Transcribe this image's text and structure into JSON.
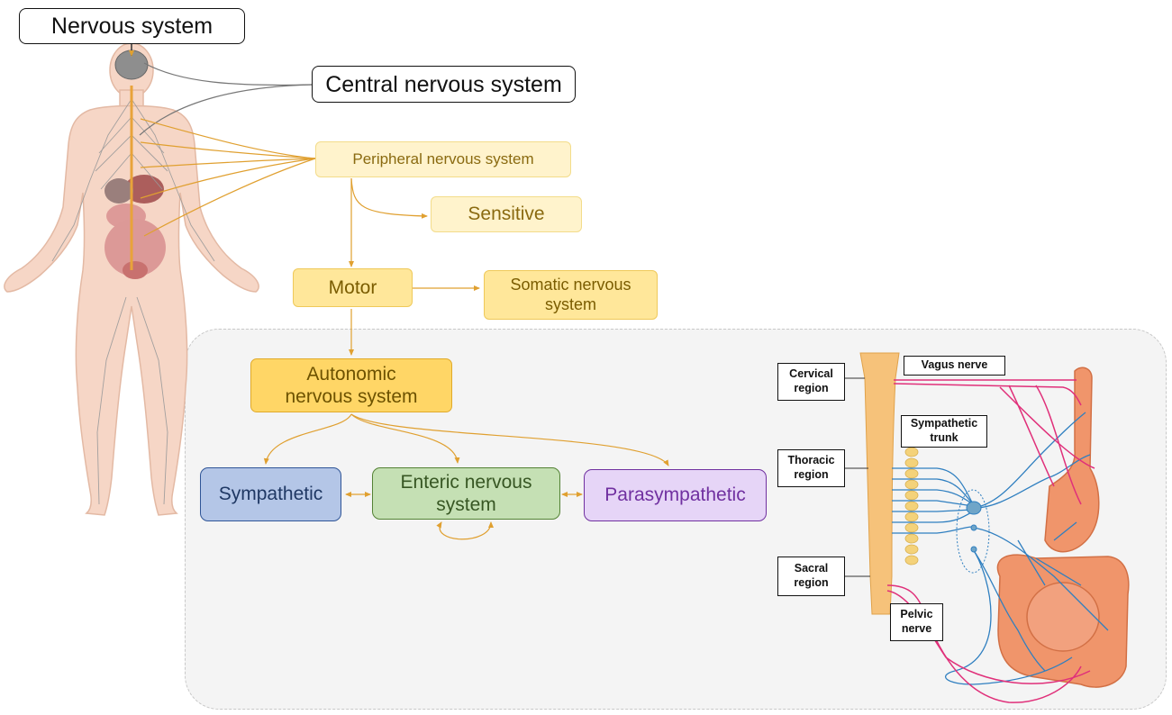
{
  "title": "Nervous system",
  "nodes": {
    "cns": "Central nervous system",
    "pns": "Peripheral nervous system",
    "sensitive": "Sensitive",
    "motor": "Motor",
    "somatic": "Somatic nervous system",
    "autonomic": "Autonomic nervous system",
    "sympathetic": "Sympathetic",
    "enteric": "Enteric nervous system",
    "parasympathetic": "Parasympathetic"
  },
  "anatomy_labels": {
    "cervical": "Cervical region",
    "thoracic": "Thoracic region",
    "sacral": "Sacral region",
    "vagus": "Vagus nerve",
    "sympathetic_trunk": "Sympathetic trunk",
    "pelvic": "Pelvic nerve"
  },
  "colors": {
    "arrow": "#e0a030",
    "sympathetic_fill": "#b4c6e7",
    "sympathetic_border": "#2f5597",
    "enteric_fill": "#c5e0b4",
    "enteric_border": "#548235",
    "parasympathetic_fill": "#e6d5f7",
    "parasympathetic_border": "#7030a0",
    "vagus_nerve": "#e0307a",
    "sympathetic_nerve": "#2f7fc0",
    "organ": "#f0956b",
    "spine": "#f6c27a"
  },
  "icons": [
    "human-body-illustration",
    "brain-icon",
    "spinal-cord-illustration",
    "digestive-tract-illustration",
    "ganglion-icon"
  ]
}
